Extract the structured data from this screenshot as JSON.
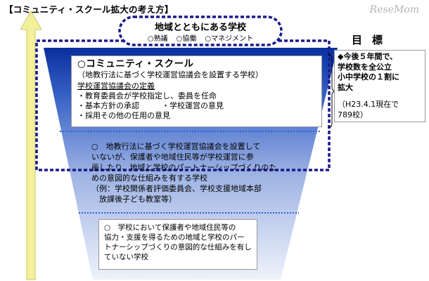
{
  "header": "【コミュニティ・スクール拡大の考え方】",
  "watermark": "ReseMom",
  "motto": {
    "title": "地域とともにある学校",
    "items": [
      "○熟議",
      "○協働",
      "○マネジメント"
    ]
  },
  "goal": {
    "title": "目標",
    "lines": [
      "◆今後５年間で、",
      "学校数を全公立",
      "小中学校の１割に",
      "拡大"
    ],
    "note": [
      "（H23.4.1現在で",
      "789校）"
    ]
  },
  "tiers": [
    {
      "title": "○コミュニティ・スクール",
      "subtitle": "（地教行法に基づく学校運営協議会を設置する学校）",
      "definition_title": "学校運営協議会の定義",
      "items": [
        "・教育委員会が学校指定し、委員を任命",
        "・基本方針の承認",
        "・学校運営の意見",
        "・採用その他の任用の意見"
      ]
    },
    {
      "lines": [
        "○　地教行法に基づく学校運営協議会を設置して",
        "いないが、保護者や地域住民等が学校運営に参",
        "画したり、地域と学校のパートナーシップづくりのた",
        "めの意図的な仕組みを有する学校",
        "（例：学校関係者評価委員会、学校支援地域本部",
        "　放課後子ども教室等）"
      ]
    },
    {
      "lines": [
        "○　学校において保護者や地域住民等の",
        "協力・支援を得るための地域と学校のパー",
        "トナーシップづくりの意図的な仕組みを有し",
        "ていない学校"
      ]
    }
  ],
  "colors": {
    "funnel_top": "#0a2f9e",
    "funnel_bottom": "#eef2fb",
    "arrow_fill": "#f3f09a",
    "arrow_stroke": "#c9c76a",
    "dash_dark": "#1a1a8c",
    "divider": "#2a63d6"
  }
}
